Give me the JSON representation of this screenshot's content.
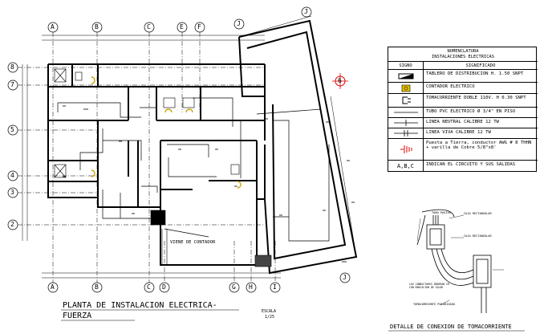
{
  "plan": {
    "title": "PLANTA DE INSTALACION ELECTRICA-",
    "title_line2": "FUERZA",
    "scale_label": "ESCALA",
    "scale_value": "1/25",
    "contador_note": "VIENE DE CONTADOR"
  },
  "grid_axes": {
    "top": [
      "A",
      "B",
      "C",
      "E",
      "F",
      "J",
      "J"
    ],
    "bottom": [
      "A",
      "B",
      "C",
      "D",
      "G",
      "H",
      "I",
      "J"
    ],
    "left": [
      "8",
      "7",
      "5",
      "4",
      "3",
      "2"
    ],
    "right_marker": "6"
  },
  "legend": {
    "title_line1": "NOMENCLATURA",
    "title_line2": "INSTALACIONES ELECTRICAS",
    "col_signo": "SIGNO",
    "col_significado": "SIGNIFICADO",
    "rows": [
      {
        "icon": "distribution-board-icon",
        "text": "TABLERO DE DISTRIBUCION H. 1.50 SNPT"
      },
      {
        "icon": "electric-meter-icon",
        "text": "CONTADOR ELECTRICO"
      },
      {
        "icon": "double-outlet-icon",
        "text": "TOMACORRIENTE DOBLE 110V. H 0.30 SNPT"
      },
      {
        "icon": "pvc-conduit-icon",
        "text": "TUBO PVC ELECTRICO Ø 3/4\" EN PISO"
      },
      {
        "icon": "neutral-line-icon",
        "text": "LINEA NEUTRAL CALIBRE 12 TW"
      },
      {
        "icon": "live-line-icon",
        "text": "LINEA VIVA CALIBRE 12 TW"
      },
      {
        "icon": "ground-icon",
        "text": "Puesta a Tierra, conductor AWG # 8 THHN + varilla de Cobre 5/8\"x8'"
      },
      {
        "icon": "circuit-letters",
        "text": "INDICAN EL CIRCUITO Y SUS SALIDAS",
        "symbol": "A,B,C"
      }
    ]
  },
  "detail": {
    "title": "DETALLE DE CONEXION DE TOMACORRIENTE",
    "label_tubo": "TUBO PASIVO",
    "label_caja1": "CAJA RECTANGULAR",
    "label_caja2": "CAJA RECTANGULAR",
    "label_toma": "TOMACORRIENTE POLARIZADO",
    "label_cond": "LOS CONDUCTORES DEBERAN IR CON MARCACION DE COLOR"
  }
}
